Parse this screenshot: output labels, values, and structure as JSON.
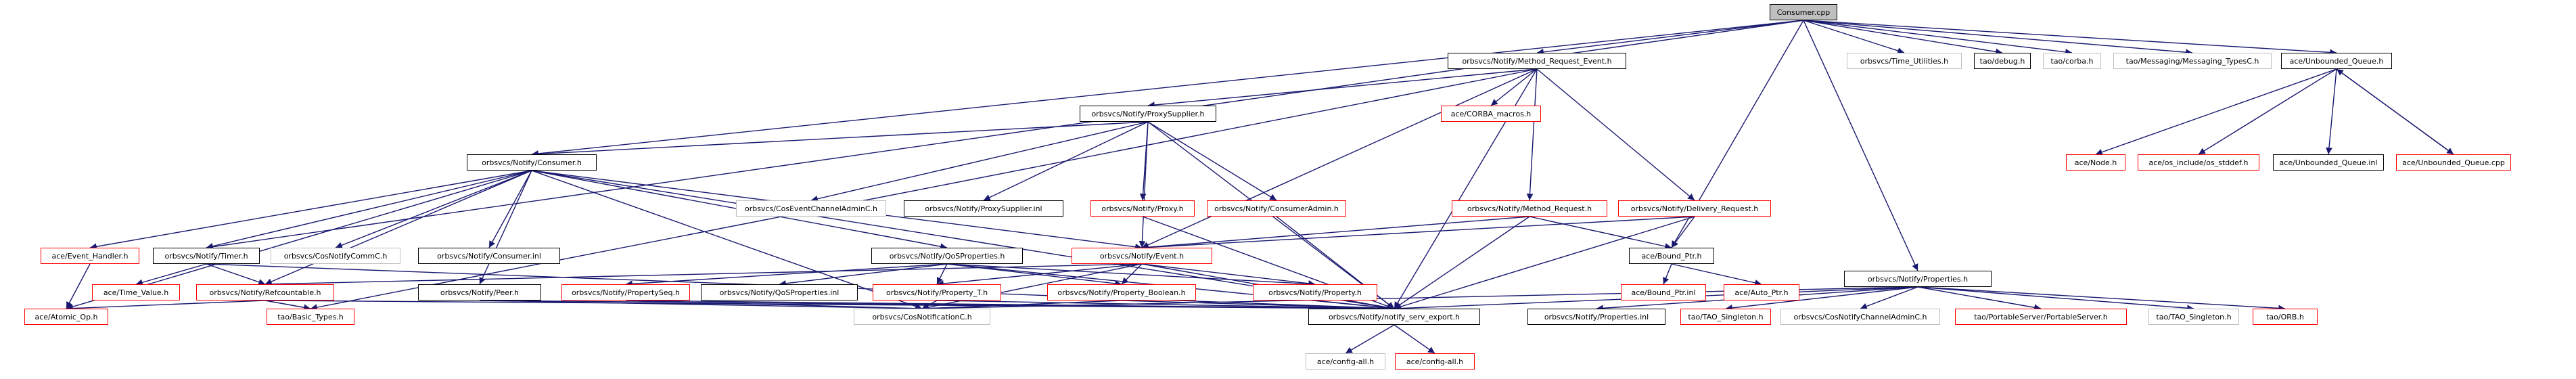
{
  "graph": {
    "root": "Consumer.cpp",
    "colors": {
      "edge": "#191970",
      "node_border": "#000000",
      "missing_border": "#ff0000",
      "external_border": "#bfbfbf",
      "root_fill": "#bfbfbf"
    },
    "nodes": [
      {
        "id": "consumer_cpp",
        "label": "Consumer.cpp",
        "style": "root"
      },
      {
        "id": "mre",
        "label": "orbsvcs/Notify/Method_Request_Event.h",
        "style": "normal"
      },
      {
        "id": "time_util",
        "label": "orbsvcs/Time_Utilities.h",
        "style": "external"
      },
      {
        "id": "tao_debug",
        "label": "tao/debug.h",
        "style": "normal"
      },
      {
        "id": "tao_corba",
        "label": "tao/corba.h",
        "style": "external"
      },
      {
        "id": "tao_msg",
        "label": "tao/Messaging/Messaging_TypesC.h",
        "style": "external"
      },
      {
        "id": "unb_q",
        "label": "ace/Unbounded_Queue.h",
        "style": "normal"
      },
      {
        "id": "proxy_sup",
        "label": "orbsvcs/Notify/ProxySupplier.h",
        "style": "normal"
      },
      {
        "id": "corba_macros",
        "label": "ace/CORBA_macros.h",
        "style": "missing"
      },
      {
        "id": "ace_node",
        "label": "ace/Node.h",
        "style": "missing"
      },
      {
        "id": "os_stddef",
        "label": "ace/os_include/os_stddef.h",
        "style": "missing"
      },
      {
        "id": "unb_q_inl",
        "label": "ace/Unbounded_Queue.inl",
        "style": "normal"
      },
      {
        "id": "unb_q_cpp",
        "label": "ace/Unbounded_Queue.cpp",
        "style": "missing"
      },
      {
        "id": "consumer_h",
        "label": "orbsvcs/Notify/Consumer.h",
        "style": "normal"
      },
      {
        "id": "cos_eca",
        "label": "orbsvcs/CosEventChannelAdminC.h",
        "style": "external"
      },
      {
        "id": "proxy_sup_inl",
        "label": "orbsvcs/Notify/ProxySupplier.inl",
        "style": "normal"
      },
      {
        "id": "proxy_h",
        "label": "orbsvcs/Notify/Proxy.h",
        "style": "missing"
      },
      {
        "id": "cons_admin",
        "label": "orbsvcs/Notify/ConsumerAdmin.h",
        "style": "missing"
      },
      {
        "id": "method_req",
        "label": "orbsvcs/Notify/Method_Request.h",
        "style": "missing"
      },
      {
        "id": "delivery_req",
        "label": "orbsvcs/Notify/Delivery_Request.h",
        "style": "missing"
      },
      {
        "id": "event_handler",
        "label": "ace/Event_Handler.h",
        "style": "missing"
      },
      {
        "id": "timer_h",
        "label": "orbsvcs/Notify/Timer.h",
        "style": "normal"
      },
      {
        "id": "cos_comm",
        "label": "orbsvcs/CosNotifyCommC.h",
        "style": "external"
      },
      {
        "id": "consumer_inl",
        "label": "orbsvcs/Notify/Consumer.inl",
        "style": "normal"
      },
      {
        "id": "qos_props",
        "label": "orbsvcs/Notify/QoSProperties.h",
        "style": "normal"
      },
      {
        "id": "event_h",
        "label": "orbsvcs/Notify/Event.h",
        "style": "missing"
      },
      {
        "id": "bound_ptr",
        "label": "ace/Bound_Ptr.h",
        "style": "normal"
      },
      {
        "id": "time_value",
        "label": "ace/Time_Value.h",
        "style": "missing"
      },
      {
        "id": "refcountable",
        "label": "orbsvcs/Notify/Refcountable.h",
        "style": "missing"
      },
      {
        "id": "peer_h",
        "label": "orbsvcs/Notify/Peer.h",
        "style": "normal"
      },
      {
        "id": "prop_seq",
        "label": "orbsvcs/Notify/PropertySeq.h",
        "style": "missing"
      },
      {
        "id": "qos_props_inl",
        "label": "orbsvcs/Notify/QoSProperties.inl",
        "style": "normal"
      },
      {
        "id": "prop_t",
        "label": "orbsvcs/Notify/Property_T.h",
        "style": "missing"
      },
      {
        "id": "prop_bool",
        "label": "orbsvcs/Notify/Property_Boolean.h",
        "style": "missing"
      },
      {
        "id": "property_h",
        "label": "orbsvcs/Notify/Property.h",
        "style": "missing"
      },
      {
        "id": "bound_ptr_inl",
        "label": "ace/Bound_Ptr.inl",
        "style": "missing"
      },
      {
        "id": "auto_ptr",
        "label": "ace/Auto_Ptr.h",
        "style": "missing"
      },
      {
        "id": "properties_h",
        "label": "orbsvcs/Notify/Properties.h",
        "style": "normal"
      },
      {
        "id": "atomic_op",
        "label": "ace/Atomic_Op.h",
        "style": "missing"
      },
      {
        "id": "basic_types",
        "label": "tao/Basic_Types.h",
        "style": "missing"
      },
      {
        "id": "cos_notif",
        "label": "orbsvcs/CosNotificationC.h",
        "style": "external"
      },
      {
        "id": "notify_export",
        "label": "orbsvcs/Notify/notify_serv_export.h",
        "style": "normal"
      },
      {
        "id": "props_inl",
        "label": "orbsvcs/Notify/Properties.inl",
        "style": "normal"
      },
      {
        "id": "tao_singleton",
        "label": "tao/TAO_Singleton.h",
        "style": "missing"
      },
      {
        "id": "cos_ncac",
        "label": "orbsvcs/CosNotifyChannelAdminC.h",
        "style": "external"
      },
      {
        "id": "portable_server",
        "label": "tao/PortableServer/PortableServer.h",
        "style": "missing"
      },
      {
        "id": "tao_singleton2",
        "label": "tao/TAO_Singleton.h",
        "style": "external"
      },
      {
        "id": "orb_h",
        "label": "tao/ORB.h",
        "style": "missing"
      },
      {
        "id": "config_all1",
        "label": "ace/config-all.h",
        "style": "external"
      },
      {
        "id": "config_all2",
        "label": "ace/config-all.h",
        "style": "missing"
      }
    ],
    "edges": [
      [
        "consumer_cpp",
        "mre"
      ],
      [
        "consumer_cpp",
        "time_util"
      ],
      [
        "consumer_cpp",
        "tao_debug"
      ],
      [
        "consumer_cpp",
        "tao_corba"
      ],
      [
        "consumer_cpp",
        "tao_msg"
      ],
      [
        "consumer_cpp",
        "unb_q"
      ],
      [
        "consumer_cpp",
        "consumer_h"
      ],
      [
        "consumer_cpp",
        "timer_h"
      ],
      [
        "consumer_cpp",
        "bound_ptr"
      ],
      [
        "consumer_cpp",
        "properties_h"
      ],
      [
        "mre",
        "proxy_sup"
      ],
      [
        "mre",
        "corba_macros"
      ],
      [
        "mre",
        "method_req"
      ],
      [
        "mre",
        "delivery_req"
      ],
      [
        "mre",
        "event_h"
      ],
      [
        "mre",
        "notify_export"
      ],
      [
        "mre",
        "basic_types"
      ],
      [
        "unb_q",
        "ace_node"
      ],
      [
        "unb_q",
        "os_stddef"
      ],
      [
        "unb_q",
        "unb_q_inl"
      ],
      [
        "unb_q",
        "unb_q_cpp"
      ],
      [
        "unb_q_cpp",
        "unb_q"
      ],
      [
        "proxy_sup",
        "consumer_h"
      ],
      [
        "proxy_sup",
        "cos_eca"
      ],
      [
        "proxy_sup",
        "proxy_sup_inl"
      ],
      [
        "proxy_sup",
        "proxy_h"
      ],
      [
        "proxy_sup",
        "cons_admin"
      ],
      [
        "proxy_sup",
        "event_h"
      ],
      [
        "proxy_sup",
        "notify_export"
      ],
      [
        "proxy_h",
        "notify_export"
      ],
      [
        "cons_admin",
        "notify_export"
      ],
      [
        "method_req",
        "event_h"
      ],
      [
        "method_req",
        "bound_ptr"
      ],
      [
        "method_req",
        "notify_export"
      ],
      [
        "delivery_req",
        "event_h"
      ],
      [
        "delivery_req",
        "bound_ptr"
      ],
      [
        "delivery_req",
        "notify_export"
      ],
      [
        "consumer_h",
        "event_handler"
      ],
      [
        "consumer_h",
        "timer_h"
      ],
      [
        "consumer_h",
        "cos_comm"
      ],
      [
        "consumer_h",
        "consumer_inl"
      ],
      [
        "consumer_h",
        "peer_h"
      ],
      [
        "consumer_h",
        "event_h"
      ],
      [
        "consumer_h",
        "atomic_op"
      ],
      [
        "consumer_h",
        "cos_notif"
      ],
      [
        "consumer_h",
        "notify_export"
      ],
      [
        "consumer_h",
        "qos_props"
      ],
      [
        "consumer_h",
        "refcountable"
      ],
      [
        "event_handler",
        "atomic_op"
      ],
      [
        "timer_h",
        "time_value"
      ],
      [
        "timer_h",
        "refcountable"
      ],
      [
        "timer_h",
        "notify_export"
      ],
      [
        "refcountable",
        "atomic_op"
      ],
      [
        "refcountable",
        "basic_types"
      ],
      [
        "refcountable",
        "notify_export"
      ],
      [
        "peer_h",
        "notify_export"
      ],
      [
        "peer_h",
        "cos_notif"
      ],
      [
        "qos_props",
        "prop_seq"
      ],
      [
        "qos_props",
        "qos_props_inl"
      ],
      [
        "qos_props",
        "prop_t"
      ],
      [
        "qos_props",
        "prop_bool"
      ],
      [
        "qos_props",
        "property_h"
      ],
      [
        "qos_props",
        "notify_export"
      ],
      [
        "event_h",
        "refcountable"
      ],
      [
        "event_h",
        "prop_t"
      ],
      [
        "event_h",
        "prop_bool"
      ],
      [
        "event_h",
        "property_h"
      ],
      [
        "event_h",
        "cos_notif"
      ],
      [
        "event_h",
        "notify_export"
      ],
      [
        "prop_seq",
        "notify_export"
      ],
      [
        "prop_seq",
        "cos_notif"
      ],
      [
        "prop_t",
        "notify_export"
      ],
      [
        "prop_t",
        "cos_notif"
      ],
      [
        "prop_bool",
        "notify_export"
      ],
      [
        "prop_bool",
        "cos_notif"
      ],
      [
        "property_h",
        "notify_export"
      ],
      [
        "bound_ptr",
        "bound_ptr_inl"
      ],
      [
        "bound_ptr",
        "auto_ptr"
      ],
      [
        "properties_h",
        "notify_export"
      ],
      [
        "properties_h",
        "cos_notif"
      ],
      [
        "properties_h",
        "props_inl"
      ],
      [
        "properties_h",
        "tao_singleton"
      ],
      [
        "properties_h",
        "cos_ncac"
      ],
      [
        "properties_h",
        "portable_server"
      ],
      [
        "properties_h",
        "tao_singleton2"
      ],
      [
        "properties_h",
        "orb_h"
      ],
      [
        "notify_export",
        "config_all1"
      ],
      [
        "notify_export",
        "config_all2"
      ]
    ]
  }
}
